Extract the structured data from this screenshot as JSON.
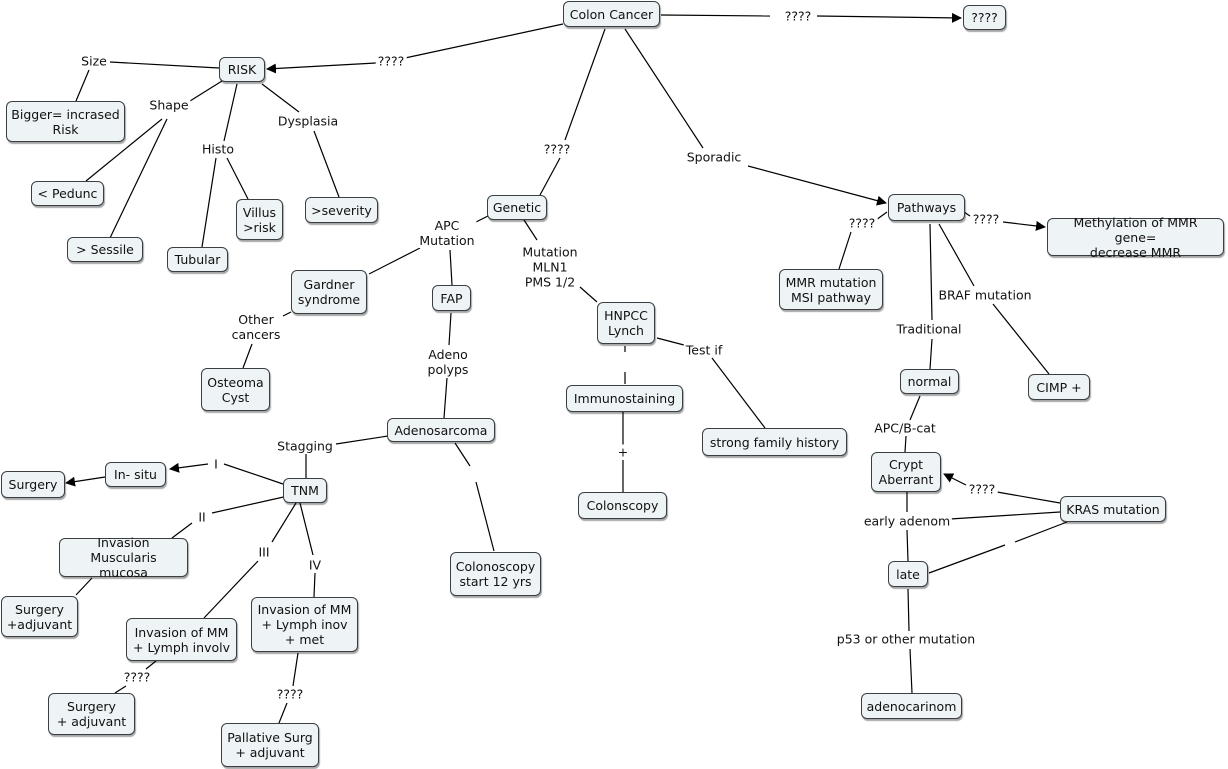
{
  "nodes": {
    "colon_cancer": "Colon Cancer",
    "unknown_top": "????",
    "risk": "RISK",
    "bigger_risk": "Bigger= incrased\nRisk",
    "pedunc": "< Pedunc",
    "sessile": "> Sessile",
    "tubular": "Tubular",
    "villus": "Villus\n>risk",
    "severity": ">severity",
    "genetic": "Genetic",
    "gardner": "Gardner\nsyndrome",
    "fap": "FAP",
    "osteoma": "Osteoma\nCyst",
    "hnpcc": "HNPCC\nLynch",
    "immunostaining": "Immunostaining",
    "colonscopy": "Colonscopy",
    "strong_family": "strong family history",
    "adenosarcoma": "Adenosarcoma",
    "tnm": "TNM",
    "in_situ": "In- situ",
    "surgery": "Surgery",
    "invasion_mm": "Invasion\nMuscularis mucosa",
    "surgery_adj1": "Surgery\n+adjuvant",
    "invasion_lymph": "Invasion of MM\n+ Lymph involv",
    "surgery_adj2": "Surgery\n+ adjuvant",
    "invasion_met": "Invasion of MM\n+ Lymph inov\n+ met",
    "palliative": "Pallative Surg\n+ adjuvant",
    "colonoscopy12": "Colonoscopy\nstart 12 yrs",
    "pathways": "Pathways",
    "methylation": "Methylation of MMR gene=\ndecrease MMR",
    "mmr_mutation": "MMR mutation\nMSI pathway",
    "normal": "normal",
    "cimp": "CIMP +",
    "crypt": "Crypt\nAberrant",
    "kras": "KRAS mutation",
    "late": "late",
    "adenocarinom": "adenocarinom"
  },
  "links": {
    "q_top": "????",
    "q_risk": "????",
    "size": "Size",
    "shape": "Shape",
    "histo": "Histo",
    "dysplasia": "Dysplasia",
    "q_genetic": "????",
    "sporadic": "Sporadic",
    "apc_mutation": "APC\nMutation",
    "mutation_mln1": "Mutation\nMLN1\nPMS 1/2",
    "other_cancers": "Other\ncancers",
    "adeno_polyps": "Adeno\npolyps",
    "test_if": "Test if",
    "plus": "+",
    "stagging": "Stagging",
    "stage_i": "I",
    "stage_ii": "II",
    "stage_iii": "III",
    "stage_iv": "IV",
    "q_lymph": "????",
    "q_met": "????",
    "q_mmr": "????",
    "q_methylation": "????",
    "braf": "BRAF mutation",
    "traditional": "Traditional",
    "apc_bcat": "APC/B-cat",
    "q_kras": "????",
    "early_adenom": "early adenom",
    "p53": "p53 or other mutation"
  }
}
